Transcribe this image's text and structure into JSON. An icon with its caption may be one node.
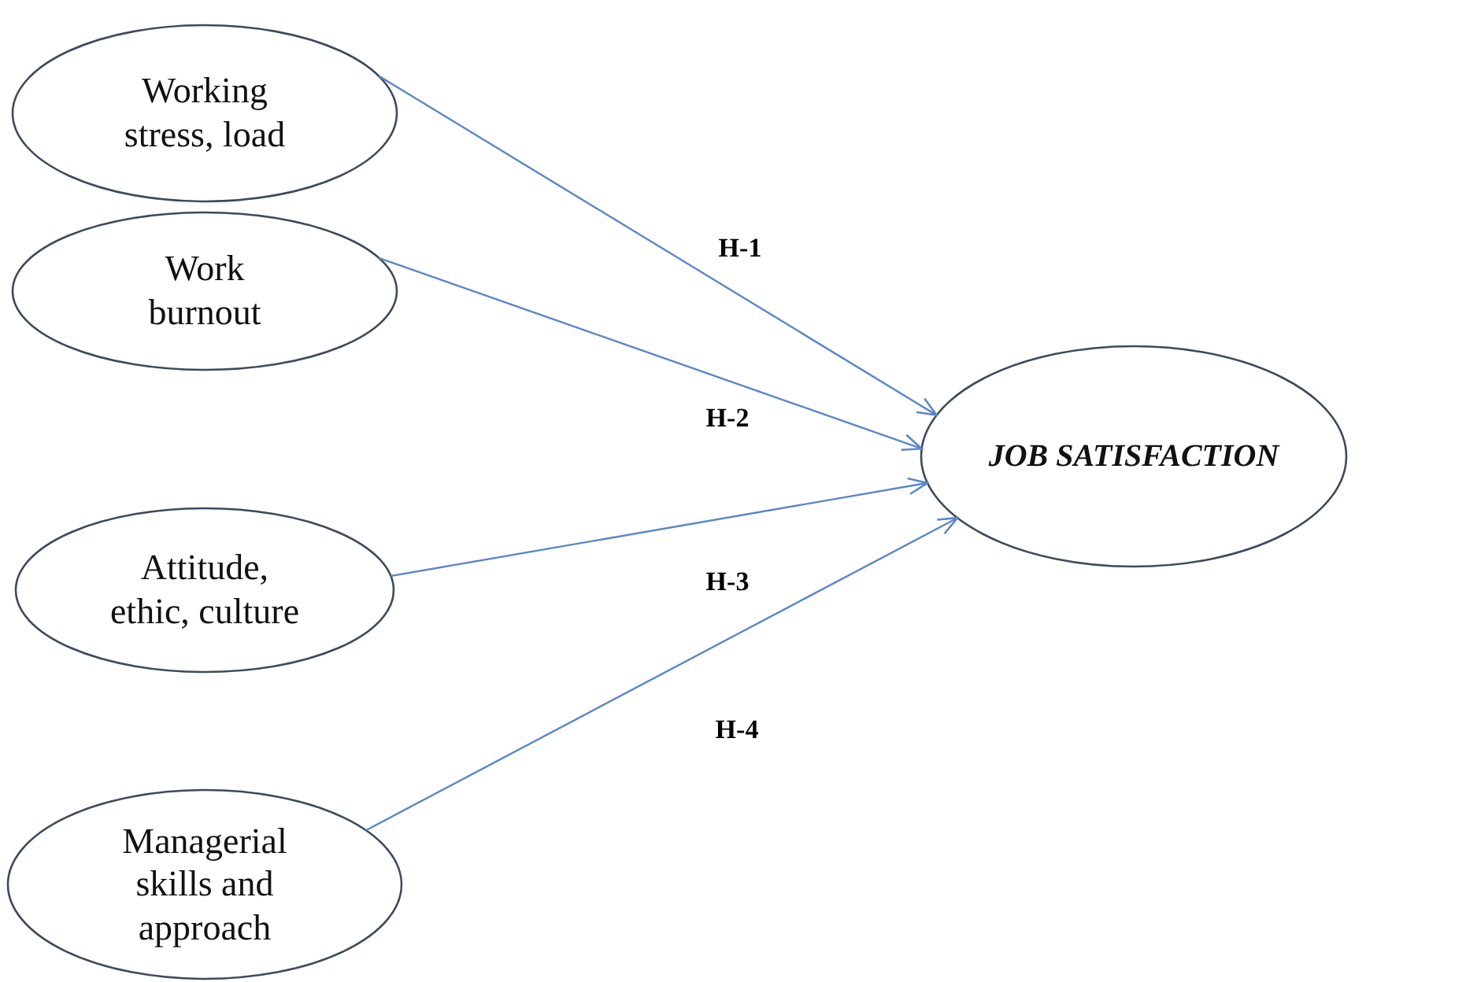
{
  "diagram": {
    "nodes": [
      {
        "text": [
          "Working stress, load"
        ]
      },
      {
        "text": [
          "Work burnout"
        ]
      },
      {
        "text": [
          "Attitude, ethic, culture"
        ]
      },
      {
        "text": [
          "Managerial skills and approach"
        ]
      },
      {
        "text": [
          "JOB SATISFACTION"
        ]
      }
    ],
    "edges": [
      {
        "from": 0,
        "to": 4,
        "arrow": "to",
        "label": "H-1"
      },
      {
        "from": 1,
        "to": 4,
        "arrow": "to",
        "label": "H-2"
      },
      {
        "from": 2,
        "to": 4,
        "arrow": "to",
        "label": "H-3"
      },
      {
        "from": 3,
        "to": 4,
        "arrow": "to",
        "label": "H-4"
      }
    ]
  }
}
